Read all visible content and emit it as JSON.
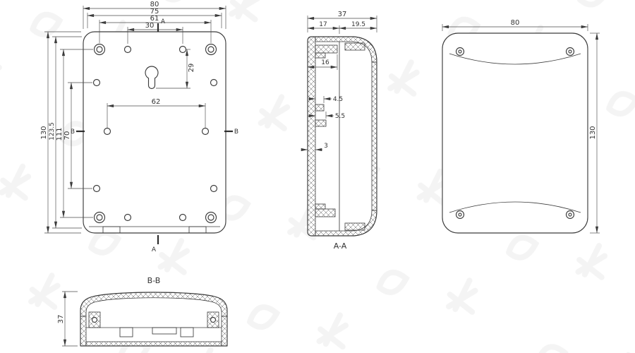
{
  "style": {
    "line_color": "#3c3c3c",
    "background": "#ffffff"
  },
  "front_view": {
    "dim_width_outer": "80",
    "dim_width_75": "75",
    "dim_width_61": "61",
    "dim_width_30": "30",
    "dim_height_outer": "130",
    "dim_height_123_5": "123.5",
    "dim_height_111": "111",
    "dim_height_70": "70",
    "dim_29": "29",
    "dim_62": "62",
    "section_a_top": "A",
    "section_a_bottom": "A",
    "section_b_left": "B",
    "section_b_right": "B"
  },
  "section_aa": {
    "label": "A-A",
    "dim_depth": "37",
    "dim_17": "17",
    "dim_19_5": "19.5",
    "dim_16": "16",
    "dim_4_5": "4.5",
    "dim_5_5": "5.5",
    "dim_3": "3"
  },
  "back_view": {
    "dim_width": "80",
    "dim_height": "130"
  },
  "section_bb": {
    "label": "B-B",
    "dim_depth": "37"
  }
}
